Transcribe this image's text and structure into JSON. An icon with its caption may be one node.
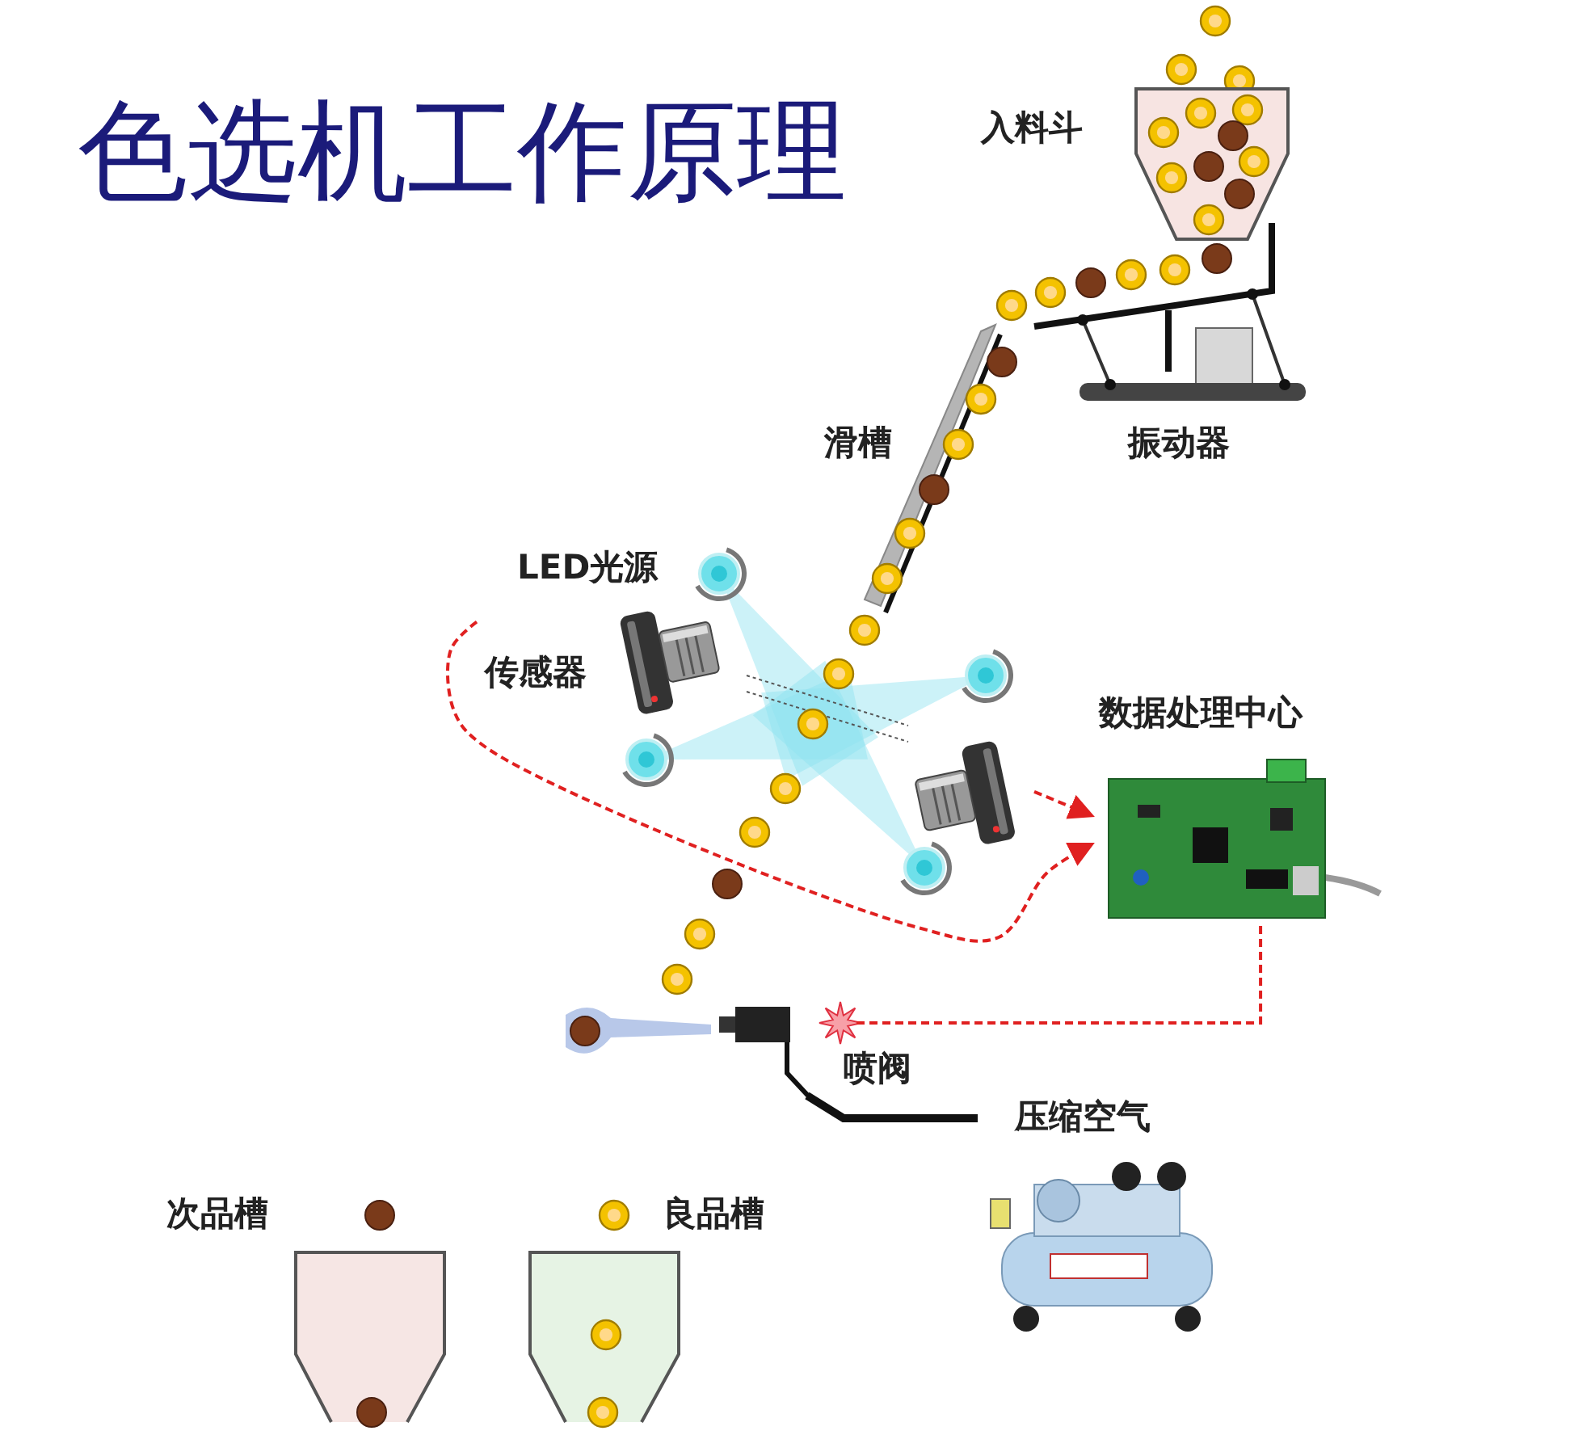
{
  "diagram": {
    "title": "色选机工作原理",
    "nodes": [
      {
        "text": [
          "入料斗"
        ]
      },
      {
        "text": [
          "振动器"
        ]
      },
      {
        "text": [
          "滑槽"
        ]
      },
      {
        "text": [
          "LED光源"
        ]
      },
      {
        "text": [
          "传感器"
        ]
      },
      {
        "text": [],
        "shape": "circle"
      },
      {
        "text": [],
        "shape": "circle"
      },
      {
        "text": [],
        "shape": "circle"
      },
      {
        "text": [],
        "shape": "picture"
      },
      {
        "text": [
          "数据处理中心"
        ]
      },
      {
        "text": [
          "喷阀"
        ]
      },
      {
        "text": [
          "压缩空气"
        ]
      },
      {
        "text": [
          "次品槽"
        ]
      },
      {
        "text": [
          "良品槽"
        ]
      }
    ],
    "edges": [
      {
        "from": 4,
        "to": 9,
        "arrow": "to",
        "style": "dashed"
      },
      {
        "from": 8,
        "to": 9,
        "arrow": "to",
        "style": "dashed"
      },
      {
        "from": 9,
        "to": 10,
        "arrow": "none",
        "style": "dashed"
      },
      {
        "from": 11,
        "to": 10,
        "arrow": "none",
        "style": "thick",
        "color": "#111111"
      }
    ]
  }
}
